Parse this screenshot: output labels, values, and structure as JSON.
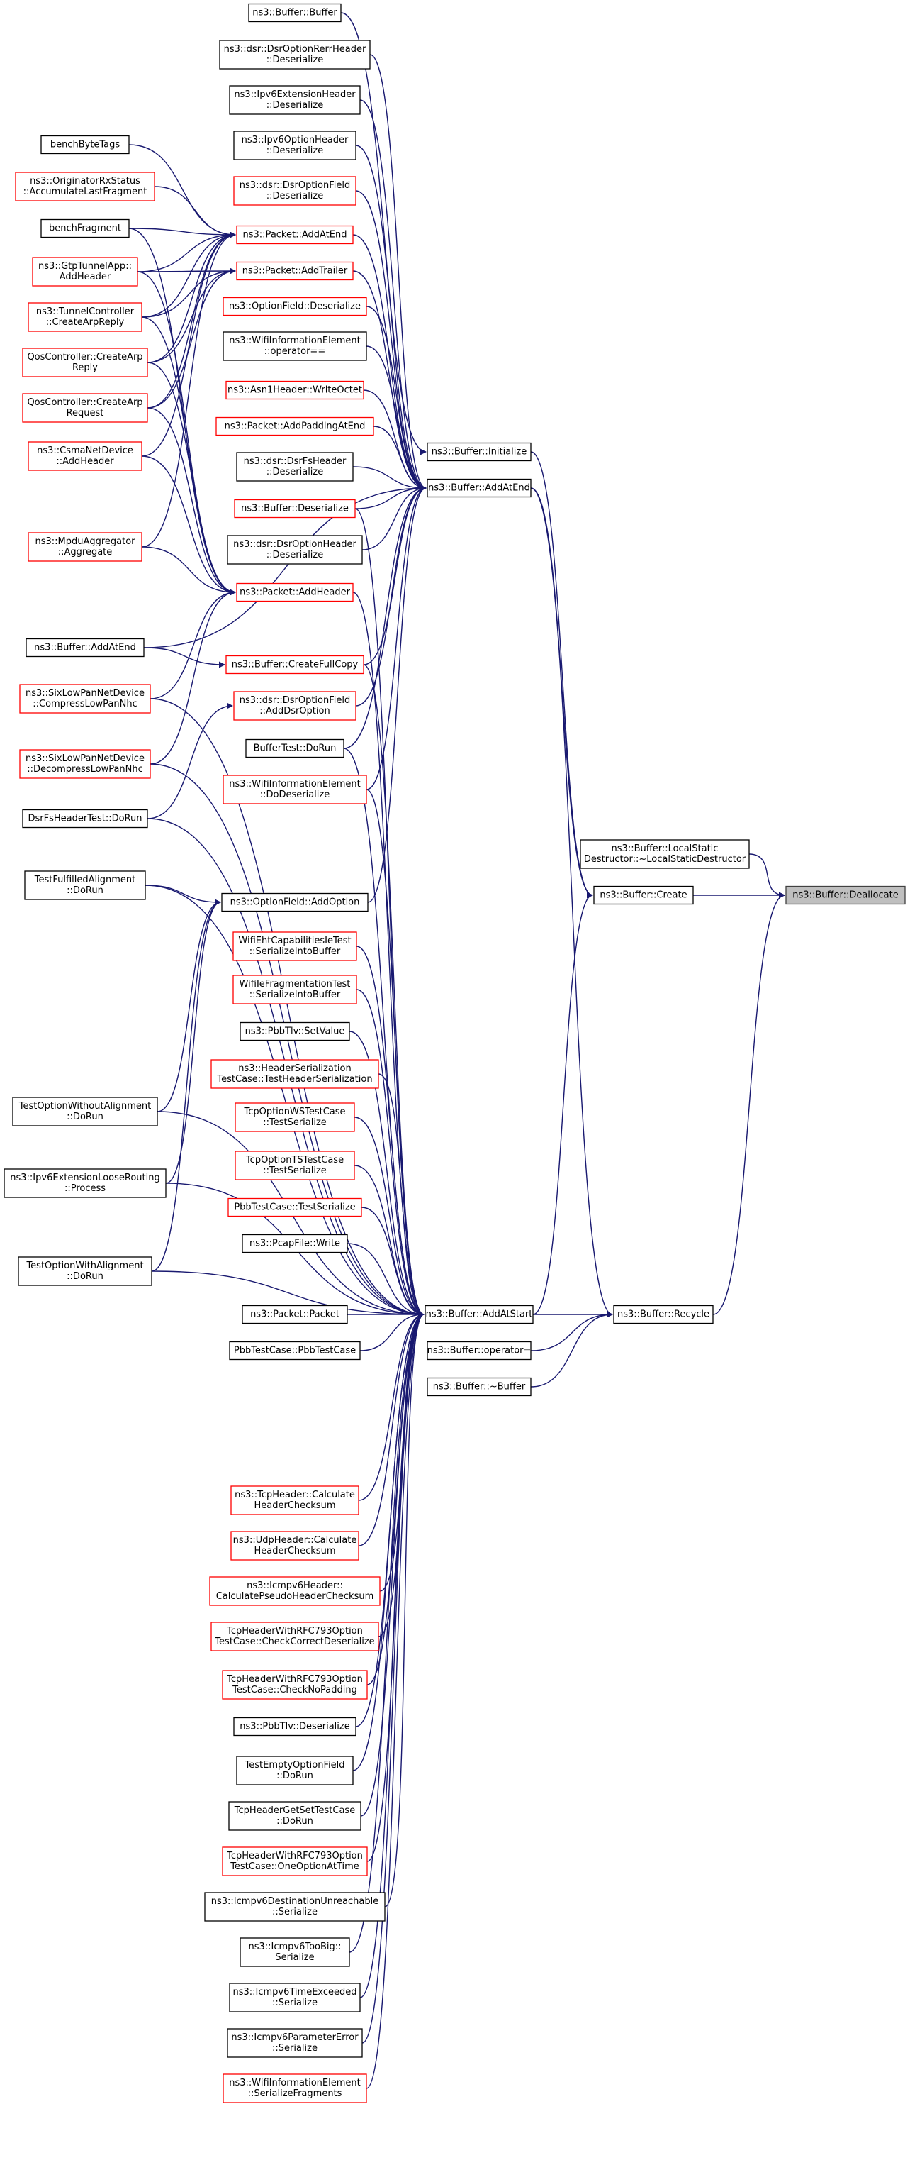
{
  "colors": {
    "edge": "#191970",
    "node_border": "#000000",
    "node_border_link": "#ff0000",
    "node_fill": "#ffffff",
    "root_fill": "#bfbfbf",
    "root_border": "#404040"
  },
  "graph": {
    "root": "dealloc",
    "nodes": [
      {
        "id": "dealloc",
        "lines": [
          "ns3::Buffer::Deallocate"
        ],
        "style": "root"
      },
      {
        "id": "lsd",
        "lines": [
          "ns3::Buffer::LocalStatic",
          "Destructor::~LocalStaticDestructor"
        ],
        "style": "black"
      },
      {
        "id": "create",
        "lines": [
          "ns3::Buffer::Create"
        ],
        "style": "black"
      },
      {
        "id": "recycle",
        "lines": [
          "ns3::Buffer::Recycle"
        ],
        "style": "black"
      },
      {
        "id": "initialize",
        "lines": [
          "ns3::Buffer::Initialize"
        ],
        "style": "black"
      },
      {
        "id": "addatend",
        "lines": [
          "ns3::Buffer::AddAtEnd"
        ],
        "style": "black"
      },
      {
        "id": "addatstart",
        "lines": [
          "ns3::Buffer::AddAtStart"
        ],
        "style": "black"
      },
      {
        "id": "opassign",
        "lines": [
          "ns3::Buffer::operator="
        ],
        "style": "black"
      },
      {
        "id": "dtor",
        "lines": [
          "ns3::Buffer::~Buffer"
        ],
        "style": "black"
      },
      {
        "id": "bufctor",
        "lines": [
          "ns3::Buffer::Buffer"
        ],
        "style": "black"
      },
      {
        "id": "dsrrerr",
        "lines": [
          "ns3::dsr::DsrOptionRerrHeader",
          "::Deserialize"
        ],
        "style": "black"
      },
      {
        "id": "ipv6ext",
        "lines": [
          "ns3::Ipv6ExtensionHeader",
          "::Deserialize"
        ],
        "style": "black"
      },
      {
        "id": "ipv6opt",
        "lines": [
          "ns3::Ipv6OptionHeader",
          "::Deserialize"
        ],
        "style": "black"
      },
      {
        "id": "dsrfield",
        "lines": [
          "ns3::dsr::DsrOptionField",
          "::Deserialize"
        ],
        "style": "red"
      },
      {
        "id": "optfield",
        "lines": [
          "ns3::OptionField::Deserialize"
        ],
        "style": "red"
      },
      {
        "id": "wifieq",
        "lines": [
          "ns3::WifiInformationElement",
          "::operator=="
        ],
        "style": "black"
      },
      {
        "id": "asn1",
        "lines": [
          "ns3::Asn1Header::WriteOctet"
        ],
        "style": "red"
      },
      {
        "id": "addpad",
        "lines": [
          "ns3::Packet::AddPaddingAtEnd"
        ],
        "style": "red"
      },
      {
        "id": "dsrfs",
        "lines": [
          "ns3::dsr::DsrFsHeader",
          "::Deserialize"
        ],
        "style": "black"
      },
      {
        "id": "bufdeser",
        "lines": [
          "ns3::Buffer::Deserialize"
        ],
        "style": "red"
      },
      {
        "id": "dsroh",
        "lines": [
          "ns3::dsr::DsrOptionHeader",
          "::Deserialize"
        ],
        "style": "black"
      },
      {
        "id": "pktaddatend",
        "lines": [
          "ns3::Packet::AddAtEnd"
        ],
        "style": "red"
      },
      {
        "id": "pktaddtrailer",
        "lines": [
          "ns3::Packet::AddTrailer"
        ],
        "style": "red"
      },
      {
        "id": "pktaddheader",
        "lines": [
          "ns3::Packet::AddHeader"
        ],
        "style": "red"
      },
      {
        "id": "createfull",
        "lines": [
          "ns3::Buffer::CreateFullCopy"
        ],
        "style": "red"
      },
      {
        "id": "adddsropt",
        "lines": [
          "ns3::dsr::DsrOptionField",
          "::AddDsrOption"
        ],
        "style": "red"
      },
      {
        "id": "buftest",
        "lines": [
          "BufferTest::DoRun"
        ],
        "style": "black"
      },
      {
        "id": "wifidodeser",
        "lines": [
          "ns3::WifiInformationElement",
          "::DoDeserialize"
        ],
        "style": "red"
      },
      {
        "id": "optaddopt",
        "lines": [
          "ns3::OptionField::AddOption"
        ],
        "style": "black"
      },
      {
        "id": "benchtags",
        "lines": [
          "benchByteTags"
        ],
        "style": "black"
      },
      {
        "id": "origacc",
        "lines": [
          "ns3::OriginatorRxStatus",
          "::AccumulateLastFragment"
        ],
        "style": "red"
      },
      {
        "id": "benchfrag",
        "lines": [
          "benchFragment"
        ],
        "style": "black"
      },
      {
        "id": "gtp",
        "lines": [
          "ns3::GtpTunnelApp::",
          "AddHeader"
        ],
        "style": "red"
      },
      {
        "id": "tunnelarp",
        "lines": [
          "ns3::TunnelController",
          "::CreateArpReply"
        ],
        "style": "red"
      },
      {
        "id": "qosreply",
        "lines": [
          "QosController::CreateArp",
          "Reply"
        ],
        "style": "red"
      },
      {
        "id": "qosreq",
        "lines": [
          "QosController::CreateArp",
          "Request"
        ],
        "style": "red"
      },
      {
        "id": "csma",
        "lines": [
          "ns3::CsmaNetDevice",
          "::AddHeader"
        ],
        "style": "red"
      },
      {
        "id": "mpdu",
        "lines": [
          "ns3::MpduAggregator",
          "::Aggregate"
        ],
        "style": "red"
      },
      {
        "id": "bufaddatend2",
        "lines": [
          "ns3::Buffer::AddAtEnd"
        ],
        "style": "black"
      },
      {
        "id": "sixcomp",
        "lines": [
          "ns3::SixLowPanNetDevice",
          "::CompressLowPanNhc"
        ],
        "style": "red"
      },
      {
        "id": "sixdecomp",
        "lines": [
          "ns3::SixLowPanNetDevice",
          "::DecompressLowPanNhc"
        ],
        "style": "red"
      },
      {
        "id": "dsrfstest",
        "lines": [
          "DsrFsHeaderTest::DoRun"
        ],
        "style": "black"
      },
      {
        "id": "tfulfilled",
        "lines": [
          "TestFulfilledAlignment",
          "::DoRun"
        ],
        "style": "black"
      },
      {
        "id": "twithout",
        "lines": [
          "TestOptionWithoutAlignment",
          "::DoRun"
        ],
        "style": "black"
      },
      {
        "id": "ipv6loose",
        "lines": [
          "ns3::Ipv6ExtensionLooseRouting",
          "::Process"
        ],
        "style": "black"
      },
      {
        "id": "twith",
        "lines": [
          "TestOptionWithAlignment",
          "::DoRun"
        ],
        "style": "black"
      },
      {
        "id": "wifieht",
        "lines": [
          "WifiEhtCapabilitiesIeTest",
          "::SerializeIntoBuffer"
        ],
        "style": "red"
      },
      {
        "id": "wififrag",
        "lines": [
          "WifiIeFragmentationTest",
          "::SerializeIntoBuffer"
        ],
        "style": "red"
      },
      {
        "id": "pbbsetval",
        "lines": [
          "ns3::PbbTlv::SetValue"
        ],
        "style": "black"
      },
      {
        "id": "hdrser",
        "lines": [
          "ns3::HeaderSerialization",
          "TestCase::TestHeaderSerialization"
        ],
        "style": "red"
      },
      {
        "id": "tcpws",
        "lines": [
          "TcpOptionWSTestCase",
          "::TestSerialize"
        ],
        "style": "red"
      },
      {
        "id": "tcpts",
        "lines": [
          "TcpOptionTSTestCase",
          "::TestSerialize"
        ],
        "style": "red"
      },
      {
        "id": "pbbtestser",
        "lines": [
          "PbbTestCase::TestSerialize"
        ],
        "style": "red"
      },
      {
        "id": "pcap",
        "lines": [
          "ns3::PcapFile::Write"
        ],
        "style": "black"
      },
      {
        "id": "pktctor",
        "lines": [
          "ns3::Packet::Packet"
        ],
        "style": "black"
      },
      {
        "id": "pbbctor",
        "lines": [
          "PbbTestCase::PbbTestCase"
        ],
        "style": "black"
      },
      {
        "id": "tcpcksum",
        "lines": [
          "ns3::TcpHeader::Calculate",
          "HeaderChecksum"
        ],
        "style": "red"
      },
      {
        "id": "udpcksum",
        "lines": [
          "ns3::UdpHeader::Calculate",
          "HeaderChecksum"
        ],
        "style": "red"
      },
      {
        "id": "icmpcksum",
        "lines": [
          "ns3::Icmpv6Header::",
          "CalculatePseudoHeaderChecksum"
        ],
        "style": "red"
      },
      {
        "id": "tcpcorrect",
        "lines": [
          "TcpHeaderWithRFC793Option",
          "TestCase::CheckCorrectDeserialize"
        ],
        "style": "red"
      },
      {
        "id": "tcpnopad",
        "lines": [
          "TcpHeaderWithRFC793Option",
          "TestCase::CheckNoPadding"
        ],
        "style": "red"
      },
      {
        "id": "pbbdeser",
        "lines": [
          "ns3::PbbTlv::Deserialize"
        ],
        "style": "black"
      },
      {
        "id": "emptyopt",
        "lines": [
          "TestEmptyOptionField",
          "::DoRun"
        ],
        "style": "black"
      },
      {
        "id": "tcpgetset",
        "lines": [
          "TcpHeaderGetSetTestCase",
          "::DoRun"
        ],
        "style": "black"
      },
      {
        "id": "tcponeopt",
        "lines": [
          "TcpHeaderWithRFC793Option",
          "TestCase::OneOptionAtTime"
        ],
        "style": "red"
      },
      {
        "id": "icmpunreach",
        "lines": [
          "ns3::Icmpv6DestinationUnreachable",
          "::Serialize"
        ],
        "style": "black"
      },
      {
        "id": "icmptoobig",
        "lines": [
          "ns3::Icmpv6TooBig::",
          "Serialize"
        ],
        "style": "black"
      },
      {
        "id": "icmptime",
        "lines": [
          "ns3::Icmpv6TimeExceeded",
          "::Serialize"
        ],
        "style": "black"
      },
      {
        "id": "icmpparam",
        "lines": [
          "ns3::Icmpv6ParameterError",
          "::Serialize"
        ],
        "style": "black"
      },
      {
        "id": "wififragser",
        "lines": [
          "ns3::WifiInformationElement",
          "::SerializeFragments"
        ],
        "style": "red"
      }
    ],
    "edges": [
      [
        "lsd",
        "dealloc"
      ],
      [
        "create",
        "dealloc"
      ],
      [
        "recycle",
        "dealloc"
      ],
      [
        "initialize",
        "create"
      ],
      [
        "addatend",
        "create"
      ],
      [
        "addatstart",
        "create"
      ],
      [
        "addatend",
        "recycle"
      ],
      [
        "addatstart",
        "recycle"
      ],
      [
        "opassign",
        "recycle"
      ],
      [
        "dtor",
        "recycle"
      ],
      [
        "bufctor",
        "initialize"
      ],
      [
        "dsrrerr",
        "addatend"
      ],
      [
        "ipv6ext",
        "addatend"
      ],
      [
        "ipv6opt",
        "addatend"
      ],
      [
        "dsrfield",
        "addatend"
      ],
      [
        "optfield",
        "addatend"
      ],
      [
        "wifieq",
        "addatend"
      ],
      [
        "asn1",
        "addatend"
      ],
      [
        "addpad",
        "addatend"
      ],
      [
        "dsrfs",
        "addatend"
      ],
      [
        "bufdeser",
        "addatend"
      ],
      [
        "dsroh",
        "addatend"
      ],
      [
        "pktaddatend",
        "addatend"
      ],
      [
        "pktaddtrailer",
        "addatend"
      ],
      [
        "bufaddatend2",
        "addatend"
      ],
      [
        "createfull",
        "addatend"
      ],
      [
        "adddsropt",
        "addatend"
      ],
      [
        "buftest",
        "addatend"
      ],
      [
        "wifidodeser",
        "addatend"
      ],
      [
        "optaddopt",
        "addatend"
      ],
      [
        "benchtags",
        "pktaddatend"
      ],
      [
        "origacc",
        "pktaddatend"
      ],
      [
        "benchfrag",
        "pktaddatend"
      ],
      [
        "gtp",
        "pktaddatend"
      ],
      [
        "tunnelarp",
        "pktaddatend"
      ],
      [
        "qosreply",
        "pktaddatend"
      ],
      [
        "qosreq",
        "pktaddatend"
      ],
      [
        "csma",
        "pktaddatend"
      ],
      [
        "gtp",
        "pktaddtrailer"
      ],
      [
        "tunnelarp",
        "pktaddtrailer"
      ],
      [
        "qosreply",
        "pktaddtrailer"
      ],
      [
        "qosreq",
        "pktaddtrailer"
      ],
      [
        "benchfrag",
        "pktaddheader"
      ],
      [
        "gtp",
        "pktaddheader"
      ],
      [
        "tunnelarp",
        "pktaddheader"
      ],
      [
        "qosreply",
        "pktaddheader"
      ],
      [
        "qosreq",
        "pktaddheader"
      ],
      [
        "csma",
        "pktaddheader"
      ],
      [
        "mpdu",
        "pktaddheader"
      ],
      [
        "mpdu",
        "pktaddatend"
      ],
      [
        "sixcomp",
        "pktaddheader"
      ],
      [
        "sixdecomp",
        "pktaddheader"
      ],
      [
        "bufaddatend2",
        "createfull"
      ],
      [
        "dsrfstest",
        "adddsropt"
      ],
      [
        "tfulfilled",
        "optaddopt"
      ],
      [
        "twithout",
        "optaddopt"
      ],
      [
        "ipv6loose",
        "optaddopt"
      ],
      [
        "twith",
        "optaddopt"
      ],
      [
        "pktaddheader",
        "addatstart"
      ],
      [
        "bufdeser",
        "addatstart"
      ],
      [
        "createfull",
        "addatstart"
      ],
      [
        "buftest",
        "addatstart"
      ],
      [
        "wifidodeser",
        "addatstart"
      ],
      [
        "dsrfstest",
        "addatstart"
      ],
      [
        "tfulfilled",
        "addatstart"
      ],
      [
        "wifieht",
        "addatstart"
      ],
      [
        "wififrag",
        "addatstart"
      ],
      [
        "pbbsetval",
        "addatstart"
      ],
      [
        "hdrser",
        "addatstart"
      ],
      [
        "tcpws",
        "addatstart"
      ],
      [
        "tcpts",
        "addatstart"
      ],
      [
        "pbbtestser",
        "addatstart"
      ],
      [
        "pcap",
        "addatstart"
      ],
      [
        "pktctor",
        "addatstart"
      ],
      [
        "pbbctor",
        "addatstart"
      ],
      [
        "twithout",
        "addatstart"
      ],
      [
        "ipv6loose",
        "addatstart"
      ],
      [
        "twith",
        "addatstart"
      ],
      [
        "sixcomp",
        "addatstart"
      ],
      [
        "sixdecomp",
        "addatstart"
      ],
      [
        "tcpcksum",
        "addatstart"
      ],
      [
        "udpcksum",
        "addatstart"
      ],
      [
        "icmpcksum",
        "addatstart"
      ],
      [
        "tcpcorrect",
        "addatstart"
      ],
      [
        "tcpnopad",
        "addatstart"
      ],
      [
        "pbbdeser",
        "addatstart"
      ],
      [
        "emptyopt",
        "addatstart"
      ],
      [
        "tcpgetset",
        "addatstart"
      ],
      [
        "tcponeopt",
        "addatstart"
      ],
      [
        "icmpunreach",
        "addatstart"
      ],
      [
        "icmptoobig",
        "addatstart"
      ],
      [
        "icmptime",
        "addatstart"
      ],
      [
        "icmpparam",
        "addatstart"
      ],
      [
        "wififragser",
        "addatstart"
      ]
    ]
  }
}
